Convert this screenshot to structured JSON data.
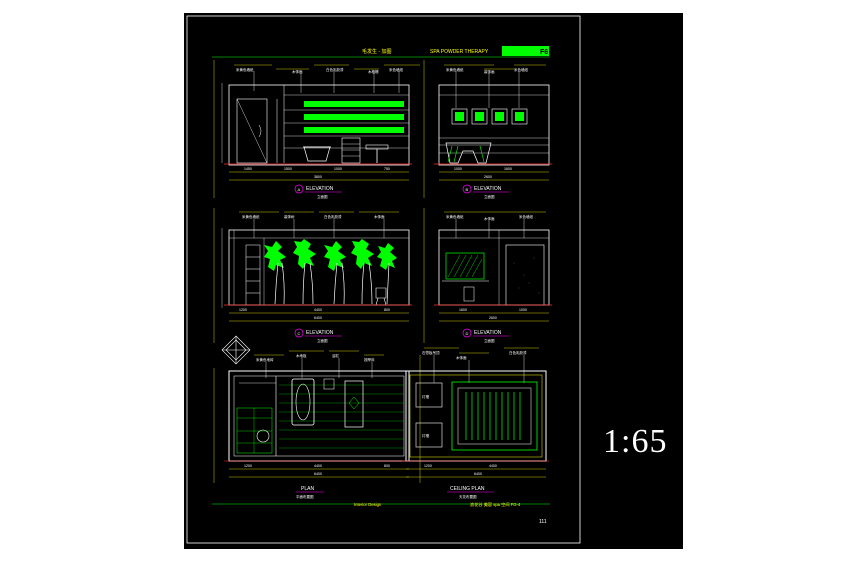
{
  "viewer": {
    "scale_label": "1:65"
  },
  "sheet": {
    "title_cn": "毛发生 - 加图",
    "title_en": "SPA POWDER THERAPY",
    "title_code": "F6",
    "footer_left": "Interior Design",
    "footer_right": "浪花谷 美容 spa 空间 FG-4",
    "page_number": "111"
  },
  "views": {
    "a": {
      "marker": "A",
      "title": "ELEVATION",
      "subtitle": "立面图"
    },
    "b": {
      "marker": "B",
      "title": "ELEVATION",
      "subtitle": "立面图"
    },
    "c": {
      "marker": "C",
      "title": "ELEVATION",
      "subtitle": "立面图"
    },
    "d": {
      "marker": "D",
      "title": "ELEVATION",
      "subtitle": "立面图"
    },
    "plan": {
      "title": "PLAN",
      "subtitle": "平面布置图"
    },
    "ceiling": {
      "title": "CEILING PLAN",
      "subtitle": "天花布置图"
    }
  },
  "colors": {
    "background": "#000000",
    "line_white": "#ffffff",
    "line_green": "#00ff00",
    "line_cyan": "#00ffff",
    "line_yellow": "#ffff00",
    "line_magenta": "#ff00ff",
    "line_red": "#ff3030"
  }
}
